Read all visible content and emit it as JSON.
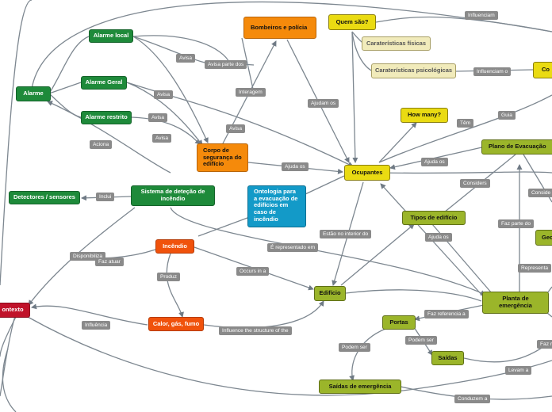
{
  "nodes": {
    "alarme": "Alarme",
    "alarme_local": "Alarme local",
    "alarme_geral": "Alarme Geral",
    "alarme_restrito": "Alarme restrito",
    "bombeiros": "Bombeiros e polícia",
    "corpo_seguranca": "Corpo de segurança do edifício",
    "quem_sao": "Quem são?",
    "caract_fisicas": "Caraterísticas físicas",
    "caract_psicologicas": "Caraterísticas psicológicas",
    "co": "Co",
    "how_many": "How many?",
    "plano_evacuacao": "Plano de Evacuação",
    "ocupantes": "Ocupantes",
    "detectores": "Detectores / sensores",
    "sistema_detecao": "Sistema de deteção de incêndio",
    "ontologia": "Ontologia para a evacuação de edifícios em caso de incêndio",
    "tipos_edificio": "Tipos de edifício",
    "geo": "Geo",
    "incendio": "Incêndio",
    "edificio": "Edifício",
    "contexto": "ontexto",
    "calor": "Calor, gás, fumo",
    "planta": "Planta de emergência",
    "portas": "Portas",
    "saidas": "Saídas",
    "saidas_emergencia": "Saídas de emergência"
  },
  "labels": {
    "influenciam": "Influenciam",
    "avisa1": "Avisa",
    "avisa_parte_dos": "Avisa parte dos",
    "avisa2": "Avisa",
    "interagem": "Interagem",
    "ajudam_os": "Ajudam os",
    "influenciam_o": "Influenciam o",
    "avisa3": "Avisa",
    "avisa4": "Avisa",
    "avisa5": "Avisa",
    "tem": "Têm",
    "guia": "Guia",
    "aciona": "Aciona",
    "ajuda_os1": "Ajuda os",
    "ajuda_os2": "Ajuda os",
    "considers": "Considers",
    "conside": "Conside",
    "inclui": "Inclui",
    "estao_interior": "Estão no interior do",
    "faz_parte_do": "Faz parte do",
    "disponibiliza": "Disponibiliza",
    "faz_atuar": "Faz atuar",
    "e_representado_em": "É representado em",
    "ajuda_os3": "Ajuda os",
    "representa": "Representa",
    "produz": "Produz",
    "occurs_in_a": "Occurs in a",
    "influencia": "Influência",
    "influence_structure": "Influence the structure of the",
    "faz_referencia_a": "Faz referencia a",
    "podem_ser1": "Podem ser",
    "podem_ser2": "Podem ser",
    "levam_a": "Levam a",
    "faz_r": "Faz r",
    "conduzem_a": "Conduzem a"
  }
}
